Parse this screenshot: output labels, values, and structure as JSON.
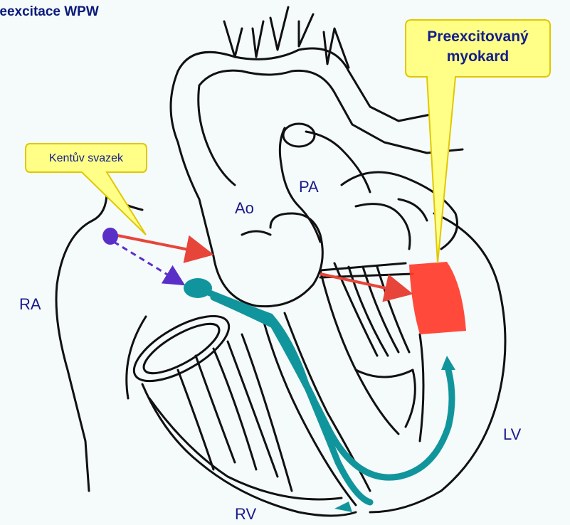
{
  "title": "reexcitace WPW",
  "callouts": {
    "kent": "Kentův svazek",
    "preexcited_line1": "Preexcitovaný",
    "preexcited_line2": "myokard"
  },
  "labels": {
    "ao": "Ao",
    "pa": "PA",
    "ra": "RA",
    "lv": "LV",
    "rv": "RV"
  },
  "colors": {
    "background": "#f5fafb",
    "callout_fill": "#ffff88",
    "callout_stroke": "#e0c800",
    "outline": "#111111",
    "conduction": "#11959c",
    "accessory_node": "#5a2fc8",
    "arrow": "#e8453a",
    "preexcited_myocardium": "#ff3a2a",
    "label_text": "#1a1a8a"
  }
}
